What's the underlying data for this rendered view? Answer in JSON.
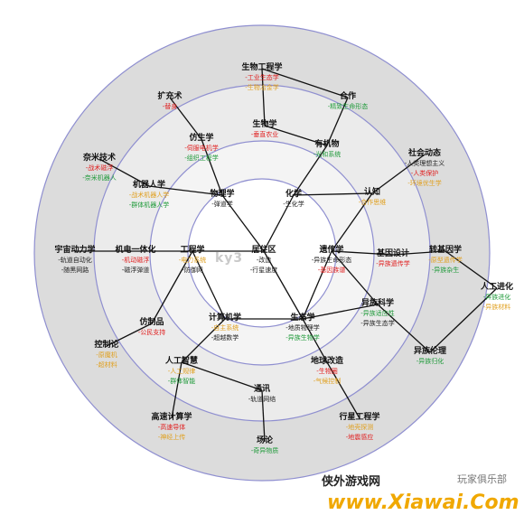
{
  "watermark": "ky3",
  "brand": {
    "cn": "侠外游戏网",
    "club": "玩家俱乐部",
    "url": "www.Xiawai.Com"
  },
  "nodes": [
    {
      "title": "生物工程学",
      "items": [
        {
          "text": "-工业生态学",
          "color": "red"
        },
        {
          "text": "-生物冶金学",
          "color": "orange"
        }
      ]
    },
    {
      "title": "扩充术",
      "items": [
        {
          "text": "-替身",
          "color": "red"
        }
      ]
    },
    {
      "title": "合作",
      "items": [
        {
          "text": "-精致生命形态",
          "color": "green"
        }
      ]
    },
    {
      "title": "生物学",
      "items": [
        {
          "text": "-垂直农业",
          "color": "red"
        }
      ]
    },
    {
      "title": "仿生学",
      "items": [
        {
          "text": "-伺服电机学",
          "color": "red"
        },
        {
          "text": "-组织工程学",
          "color": "green"
        }
      ]
    },
    {
      "title": "有机物",
      "items": [
        {
          "text": "-光和系统",
          "color": "green"
        }
      ]
    },
    {
      "title": "社会动态",
      "items": [
        {
          "text": "-人类理想主义",
          "color": "black"
        },
        {
          "text": "-人类保护",
          "color": "red"
        },
        {
          "text": "-环境优生学",
          "color": "orange"
        }
      ]
    },
    {
      "title": "奈米技术",
      "items": [
        {
          "text": "-战术磁浮",
          "color": "red"
        },
        {
          "text": "-奈米机器人",
          "color": "green"
        }
      ]
    },
    {
      "title": "机器人学",
      "items": [
        {
          "text": "-战术机器人学",
          "color": "orange"
        },
        {
          "text": "-群体机器人学",
          "color": "green"
        }
      ]
    },
    {
      "title": "物理学",
      "items": [
        {
          "text": "-弹道学",
          "color": "black"
        }
      ]
    },
    {
      "title": "化学",
      "items": [
        {
          "text": "-生化学",
          "color": "black"
        }
      ]
    },
    {
      "title": "认知",
      "items": [
        {
          "text": "-合作思维",
          "color": "orange"
        }
      ]
    },
    {
      "title": "宇宙动力学",
      "items": [
        {
          "text": "-轨道自动化",
          "color": "black"
        },
        {
          "text": "-随黑网路",
          "color": "black"
        }
      ]
    },
    {
      "title": "机电一体化",
      "items": [
        {
          "text": "-机动磁浮",
          "color": "red"
        },
        {
          "text": "-磁浮弹道",
          "color": "black"
        }
      ]
    },
    {
      "title": "工程学",
      "items": [
        {
          "text": "-电力系统",
          "color": "orange"
        },
        {
          "text": "-防御网",
          "color": "black"
        }
      ]
    },
    {
      "title": "居住区",
      "items": [
        {
          "text": "-改造",
          "color": "black"
        },
        {
          "text": "-行星速度",
          "color": "black"
        }
      ]
    },
    {
      "title": "遗传学",
      "items": [
        {
          "text": "-异族生命形态",
          "color": "black"
        },
        {
          "text": "-基因族谱",
          "color": "red"
        }
      ]
    },
    {
      "title": "基因设计",
      "items": [
        {
          "text": "-异族遗传学",
          "color": "red"
        }
      ]
    },
    {
      "title": "转基因学",
      "items": [
        {
          "text": "-原型遗传学",
          "color": "orange"
        },
        {
          "text": "-异族杂生",
          "color": "green"
        }
      ]
    },
    {
      "title": "人工进化",
      "items": [
        {
          "text": "-异族进化",
          "color": "green"
        },
        {
          "text": "-异族材料",
          "color": "orange"
        }
      ]
    },
    {
      "title": "仿制品",
      "items": [
        {
          "text": "-公民支持",
          "color": "red"
        }
      ]
    },
    {
      "title": "计算机学",
      "items": [
        {
          "text": "-自主系统",
          "color": "orange"
        },
        {
          "text": "-超越数学",
          "color": "black"
        }
      ]
    },
    {
      "title": "生态学",
      "items": [
        {
          "text": "-地质物理学",
          "color": "black"
        },
        {
          "text": "-异族生物学",
          "color": "green"
        }
      ]
    },
    {
      "title": "异族科学",
      "items": [
        {
          "text": "-异族适应性",
          "color": "green"
        },
        {
          "text": "-异族生态学",
          "color": "black"
        }
      ]
    },
    {
      "title": "控制论",
      "items": [
        {
          "text": "-原魔机",
          "color": "orange"
        },
        {
          "text": "-超材料",
          "color": "orange"
        }
      ]
    },
    {
      "title": "人工智慧",
      "items": [
        {
          "text": "-人工规律",
          "color": "orange"
        },
        {
          "text": "-群体智能",
          "color": "green"
        }
      ]
    },
    {
      "title": "地球改造",
      "items": [
        {
          "text": "-生物圈",
          "color": "red"
        },
        {
          "text": "-气候控制",
          "color": "orange"
        }
      ]
    },
    {
      "title": "异族伦理",
      "items": [
        {
          "text": "-异族归化",
          "color": "green"
        }
      ]
    },
    {
      "title": "通讯",
      "items": [
        {
          "text": "-轨道网络",
          "color": "black"
        }
      ]
    },
    {
      "title": "高速计算学",
      "items": [
        {
          "text": "-高速导体",
          "color": "red"
        },
        {
          "text": "-神经上传",
          "color": "orange"
        }
      ]
    },
    {
      "title": "行星工程学",
      "items": [
        {
          "text": "-地壳探测",
          "color": "orange"
        },
        {
          "text": "-地震感应",
          "color": "red"
        }
      ]
    },
    {
      "title": "场论",
      "items": [
        {
          "text": "-奇异物质",
          "color": "green"
        }
      ]
    }
  ]
}
